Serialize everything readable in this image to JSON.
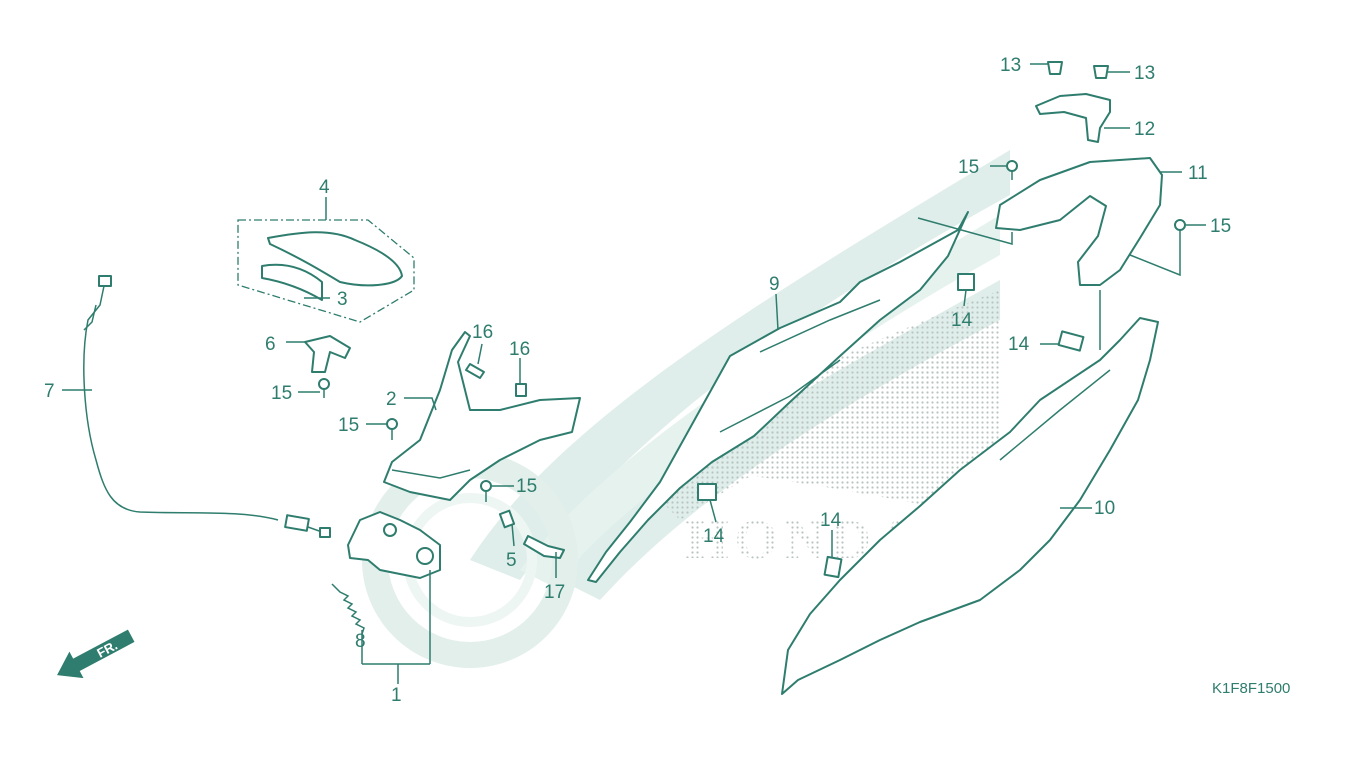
{
  "diagram_code": "K1F8F1500",
  "watermark_brand": "HONDA",
  "front_arrow_label": "FR.",
  "colors": {
    "line": "#2f7d6e",
    "watermark": "#dfeeea",
    "dots": "#b9c4c1"
  },
  "callouts": {
    "c1": "1",
    "c2": "2",
    "c3": "3",
    "c4": "4",
    "c5": "5",
    "c6": "6",
    "c7": "7",
    "c8": "8",
    "c9": "9",
    "c10": "10",
    "c11": "11",
    "c12": "12",
    "c13a": "13",
    "c13b": "13",
    "c14a": "14",
    "c14b": "14",
    "c14c": "14",
    "c14d": "14",
    "c15a": "15",
    "c15b": "15",
    "c15c": "15",
    "c15d": "15",
    "c15e": "15",
    "c16a": "16",
    "c16b": "16",
    "c17": "17"
  }
}
